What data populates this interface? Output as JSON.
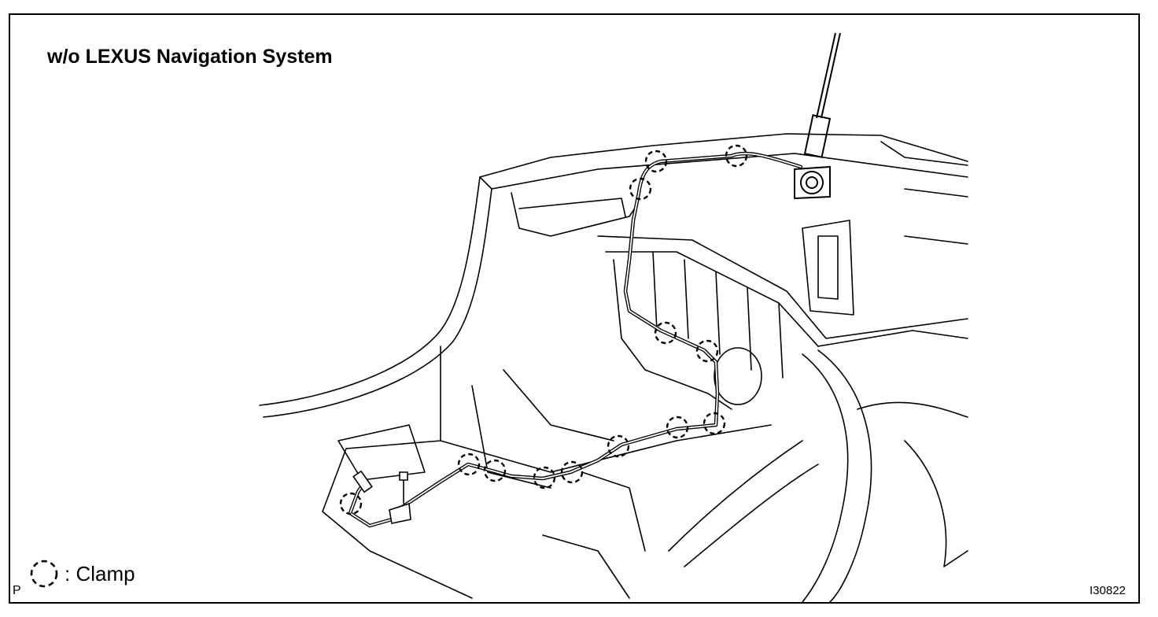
{
  "title": "w/o LEXUS Navigation System",
  "legend": {
    "label": ": Clamp",
    "icon": "dashed-circle-clamp-icon"
  },
  "corner_mark": "P",
  "figure_code": "I30822"
}
